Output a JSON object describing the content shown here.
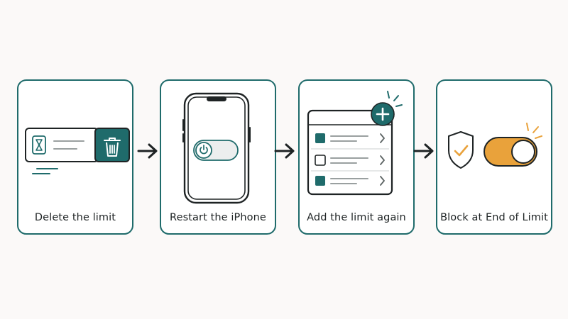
{
  "colors": {
    "accent": "#1f6b6b",
    "orange": "#e9a23b",
    "ink": "#1e2324",
    "background": "#fbf9f8"
  },
  "steps": [
    {
      "label": "Delete the limit",
      "icons": [
        "hourglass-icon",
        "trash-icon"
      ]
    },
    {
      "label": "Restart the iPhone",
      "icons": [
        "iphone-icon",
        "power-icon"
      ]
    },
    {
      "label": "Add the limit again",
      "icons": [
        "plus-icon",
        "chevron-right-icon"
      ]
    },
    {
      "label": "Block at End of Limit",
      "icons": [
        "shield-check-icon",
        "toggle-on-icon"
      ]
    }
  ]
}
